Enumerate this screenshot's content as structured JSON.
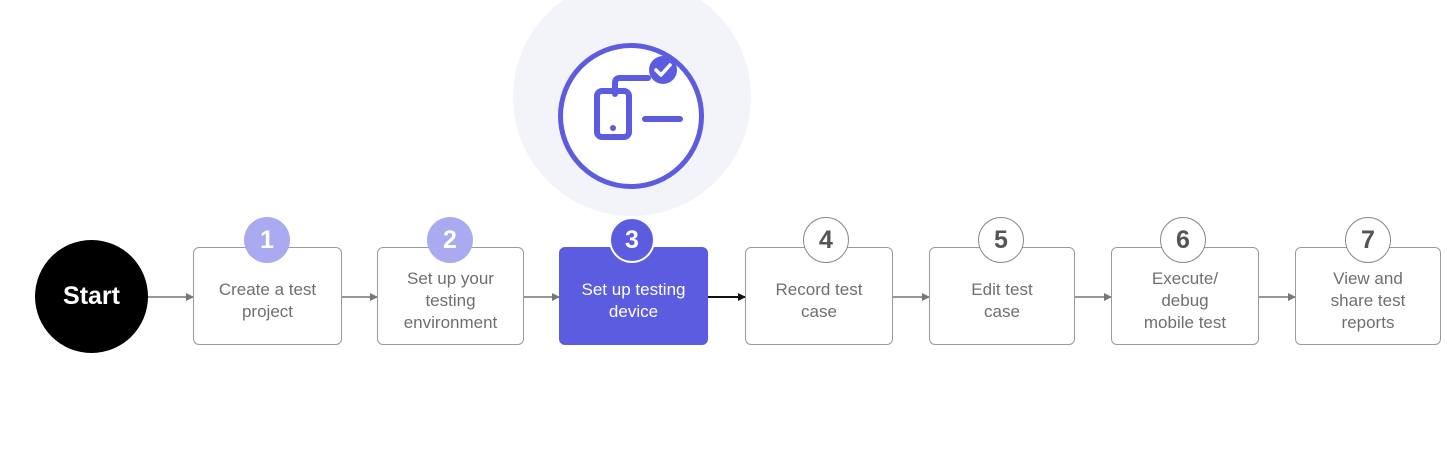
{
  "start": {
    "label": "Start"
  },
  "hero": {
    "icon": "devices-check-icon",
    "color": "#5b5ce0",
    "halo_color": "#f3f4f9"
  },
  "steps": [
    {
      "number": "1",
      "lines": [
        "Create a test",
        "project"
      ],
      "state": "completed"
    },
    {
      "number": "2",
      "lines": [
        "Set up your",
        "testing",
        "environment"
      ],
      "state": "completed"
    },
    {
      "number": "3",
      "lines": [
        "Set up testing",
        "device"
      ],
      "state": "current"
    },
    {
      "number": "4",
      "lines": [
        "Record test",
        "case"
      ],
      "state": "upcoming"
    },
    {
      "number": "5",
      "lines": [
        "Edit test",
        "case"
      ],
      "state": "upcoming"
    },
    {
      "number": "6",
      "lines": [
        "Execute/",
        "debug",
        "mobile test"
      ],
      "state": "upcoming"
    },
    {
      "number": "7",
      "lines": [
        "View and",
        "share test",
        "reports"
      ],
      "state": "upcoming"
    }
  ],
  "colors": {
    "accent": "#5b5ce0",
    "completed_badge": "#aaaaf0",
    "upcoming_border": "#9a9a9a",
    "upcoming_text": "#6f6f6f",
    "start_fill": "#000000"
  }
}
